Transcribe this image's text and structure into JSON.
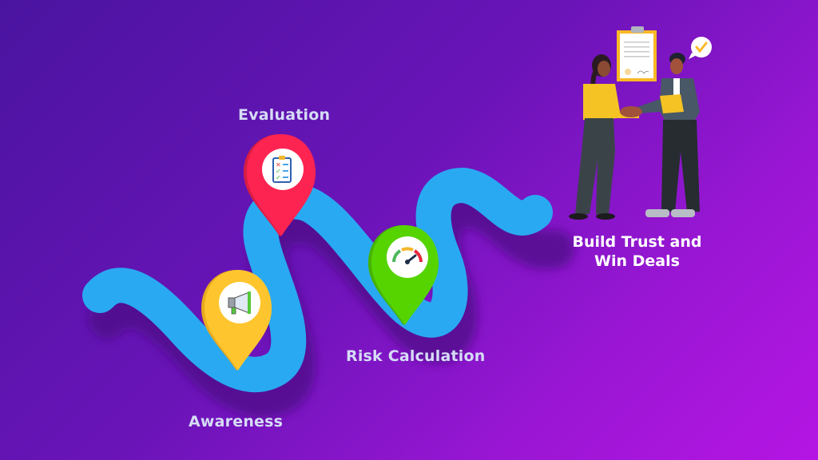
{
  "diagram": {
    "type": "journey-roadmap",
    "colors": {
      "background_start": "#4a14a0",
      "background_end": "#b515e3",
      "path": "#29a9f2",
      "path_shadow": "#5a1090",
      "label_text": "#d6dcf6",
      "goal_text": "#ffffff"
    },
    "stages": [
      {
        "id": "awareness",
        "label": "Awareness",
        "pin_color": "#fec52e",
        "icon": "megaphone-icon"
      },
      {
        "id": "evaluation",
        "label": "Evaluation",
        "pin_color": "#fe2451",
        "icon": "checklist-clipboard-icon"
      },
      {
        "id": "risk",
        "label": "Risk Calculation",
        "pin_color": "#55d400",
        "icon": "speedometer-gauge-icon"
      }
    ],
    "goal": {
      "line1": "Build Trust and",
      "line2": "Win Deals",
      "illustration": "handshake-illustration",
      "badges": [
        "signed-contract-icon",
        "checkmark-speech-bubble-icon"
      ]
    }
  }
}
